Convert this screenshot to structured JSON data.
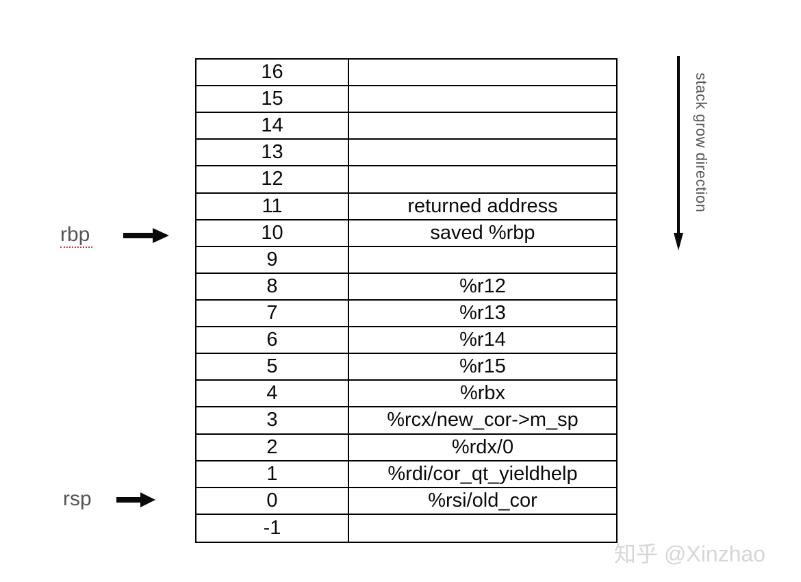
{
  "table": {
    "rows": [
      {
        "index": "16",
        "value": ""
      },
      {
        "index": "15",
        "value": ""
      },
      {
        "index": "14",
        "value": ""
      },
      {
        "index": "13",
        "value": ""
      },
      {
        "index": "12",
        "value": ""
      },
      {
        "index": "11",
        "value": "returned address"
      },
      {
        "index": "10",
        "value": "saved %rbp"
      },
      {
        "index": "9",
        "value": ""
      },
      {
        "index": "8",
        "value": "%r12"
      },
      {
        "index": "7",
        "value": "%r13"
      },
      {
        "index": "6",
        "value": "%r14"
      },
      {
        "index": "5",
        "value": "%r15"
      },
      {
        "index": "4",
        "value": "%rbx"
      },
      {
        "index": "3",
        "value": "%rcx/new_cor->m_sp"
      },
      {
        "index": "2",
        "value": "%rdx/0"
      },
      {
        "index": "1",
        "value": "%rdi/cor_qt_yieldhelp"
      },
      {
        "index": "0",
        "value": "%rsi/old_cor"
      },
      {
        "index": "-1",
        "value": ""
      }
    ]
  },
  "pointers": [
    {
      "label": "rbp",
      "points_to_index": "10"
    },
    {
      "label": "rsp",
      "points_to_index": "0"
    }
  ],
  "direction": {
    "label": "stack grow direction"
  },
  "watermark": {
    "text": "知乎 @Xinzhao"
  },
  "colors": {
    "border": "#000000",
    "cell_text": "#0a0a0a",
    "pointer_label": "#555555",
    "rbp_underline": "#cc4433",
    "direction_label": "#595959",
    "watermark": "#d6d6d6"
  }
}
